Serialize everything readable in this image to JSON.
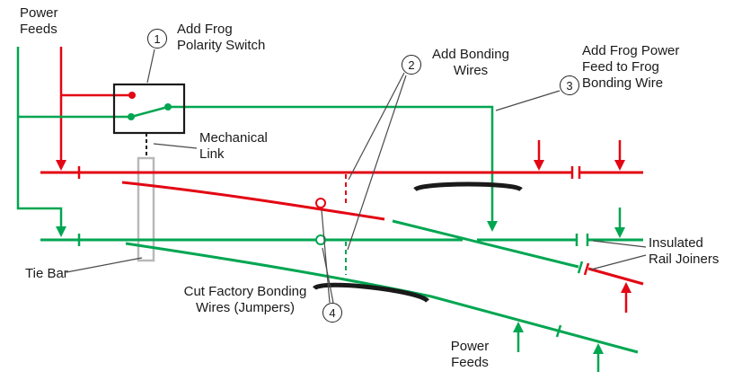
{
  "colors": {
    "red": "#e30613",
    "green": "#00a651",
    "ink": "#1a1a1a",
    "gray": "#b9b9b9",
    "pointer": "#4a4a4a"
  },
  "labels": {
    "power_feeds_top": {
      "line1": "Power",
      "line2": "Feeds"
    },
    "mechanical_link": {
      "line1": "Mechanical",
      "line2": "Link"
    },
    "tie_bar": {
      "line1": "Tie Bar"
    },
    "insulated_joiners": {
      "line1": "Insulated",
      "line2": "Rail Joiners"
    },
    "power_feeds_bottom": {
      "line1": "Power",
      "line2": "Feeds"
    }
  },
  "callouts": {
    "c1": {
      "num": "1",
      "line1": "Add Frog",
      "line2": "Polarity Switch"
    },
    "c2": {
      "num": "2",
      "line1": "Add Bonding",
      "line2": "Wires"
    },
    "c3": {
      "num": "3",
      "line1": "Add Frog Power",
      "line2": "Feed to Frog",
      "line3": "Bonding Wire"
    },
    "c4": {
      "num": "4",
      "line1": "Cut Factory Bonding",
      "line2": "Wires (Jumpers)"
    }
  },
  "icons": {
    "arrowheads": "power-feed-arrow-icon",
    "switch_contacts": "switch-contact-dot-icon",
    "insulated_joiner_mark": "insulated-joiner-tick-icon"
  }
}
